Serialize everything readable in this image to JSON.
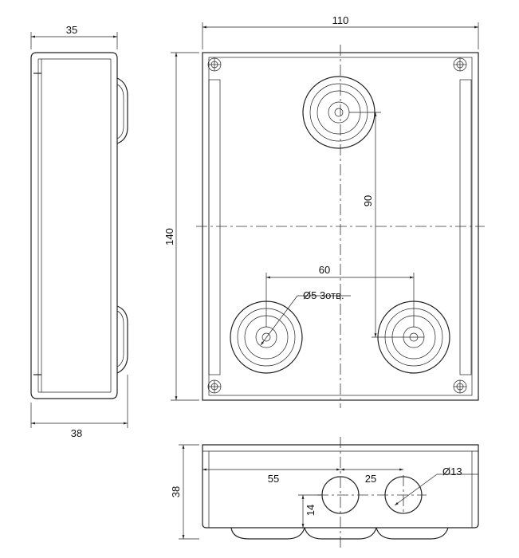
{
  "side_view": {
    "width_top": "35",
    "width_bottom": "38"
  },
  "front_view": {
    "width": "110",
    "height": "140",
    "hole_spacing_vertical": "90",
    "hole_spacing_horizontal": "60",
    "hole_callout": "Ø5 3отв."
  },
  "bottom_view": {
    "height": "38",
    "offset_left": "55",
    "offset_between": "25",
    "hole_height": "14",
    "hole_diameter": "Ø13"
  }
}
